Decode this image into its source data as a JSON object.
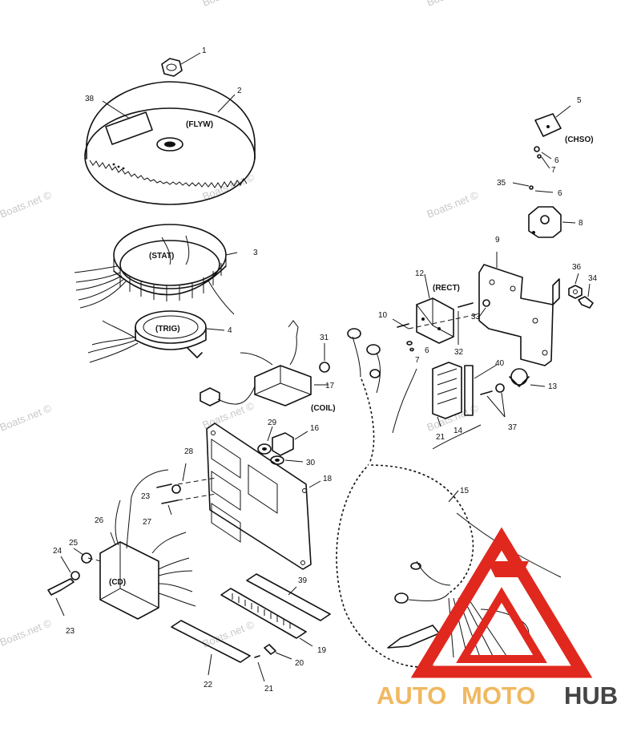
{
  "callouts": [
    {
      "n": "1"
    },
    {
      "n": "2"
    },
    {
      "n": "38"
    },
    {
      "n": "3"
    },
    {
      "n": "4"
    },
    {
      "n": "5"
    },
    {
      "n": "6"
    },
    {
      "n": "7"
    },
    {
      "n": "35"
    },
    {
      "n": "6"
    },
    {
      "n": "8"
    },
    {
      "n": "9"
    },
    {
      "n": "36"
    },
    {
      "n": "34"
    },
    {
      "n": "12"
    },
    {
      "n": "10"
    },
    {
      "n": "33"
    },
    {
      "n": "6"
    },
    {
      "n": "7"
    },
    {
      "n": "32"
    },
    {
      "n": "40"
    },
    {
      "n": "13"
    },
    {
      "n": "31"
    },
    {
      "n": "17"
    },
    {
      "n": "16"
    },
    {
      "n": "29"
    },
    {
      "n": "30"
    },
    {
      "n": "28"
    },
    {
      "n": "18"
    },
    {
      "n": "23"
    },
    {
      "n": "27"
    },
    {
      "n": "26"
    },
    {
      "n": "25"
    },
    {
      "n": "24"
    },
    {
      "n": "23"
    },
    {
      "n": "21"
    },
    {
      "n": "14"
    },
    {
      "n": "37"
    },
    {
      "n": "15"
    },
    {
      "n": "39"
    },
    {
      "n": "19"
    },
    {
      "n": "20"
    },
    {
      "n": "22"
    },
    {
      "n": "21"
    }
  ],
  "tags": {
    "flyw": "(FLYW)",
    "stat": "(STAT)",
    "trig": "(TRIG)",
    "chso": "(CHSO)",
    "rect": "(RECT)",
    "coil": "(COIL)",
    "cd": "(CD)"
  },
  "watermarks": [
    {
      "text": "Boats.net ©"
    },
    {
      "text": "Boats.net ©"
    },
    {
      "text": "Boats.net ©"
    },
    {
      "text": "Boats.net ©"
    },
    {
      "text": "Boats.net ©"
    },
    {
      "text": "Boats.net ©"
    },
    {
      "text": "Boats.net ©"
    },
    {
      "text": "Boats.net ©"
    },
    {
      "text": "Boats.net ©"
    },
    {
      "text": "Boats.net ©"
    }
  ],
  "logo": {
    "part1": "AUTO",
    "part2": "MOTO",
    "part3": "HUB",
    "colors": {
      "auto": "#f0b860",
      "moto": "#f0b860",
      "hub": "#444444",
      "triangle": "#e0281e"
    }
  }
}
